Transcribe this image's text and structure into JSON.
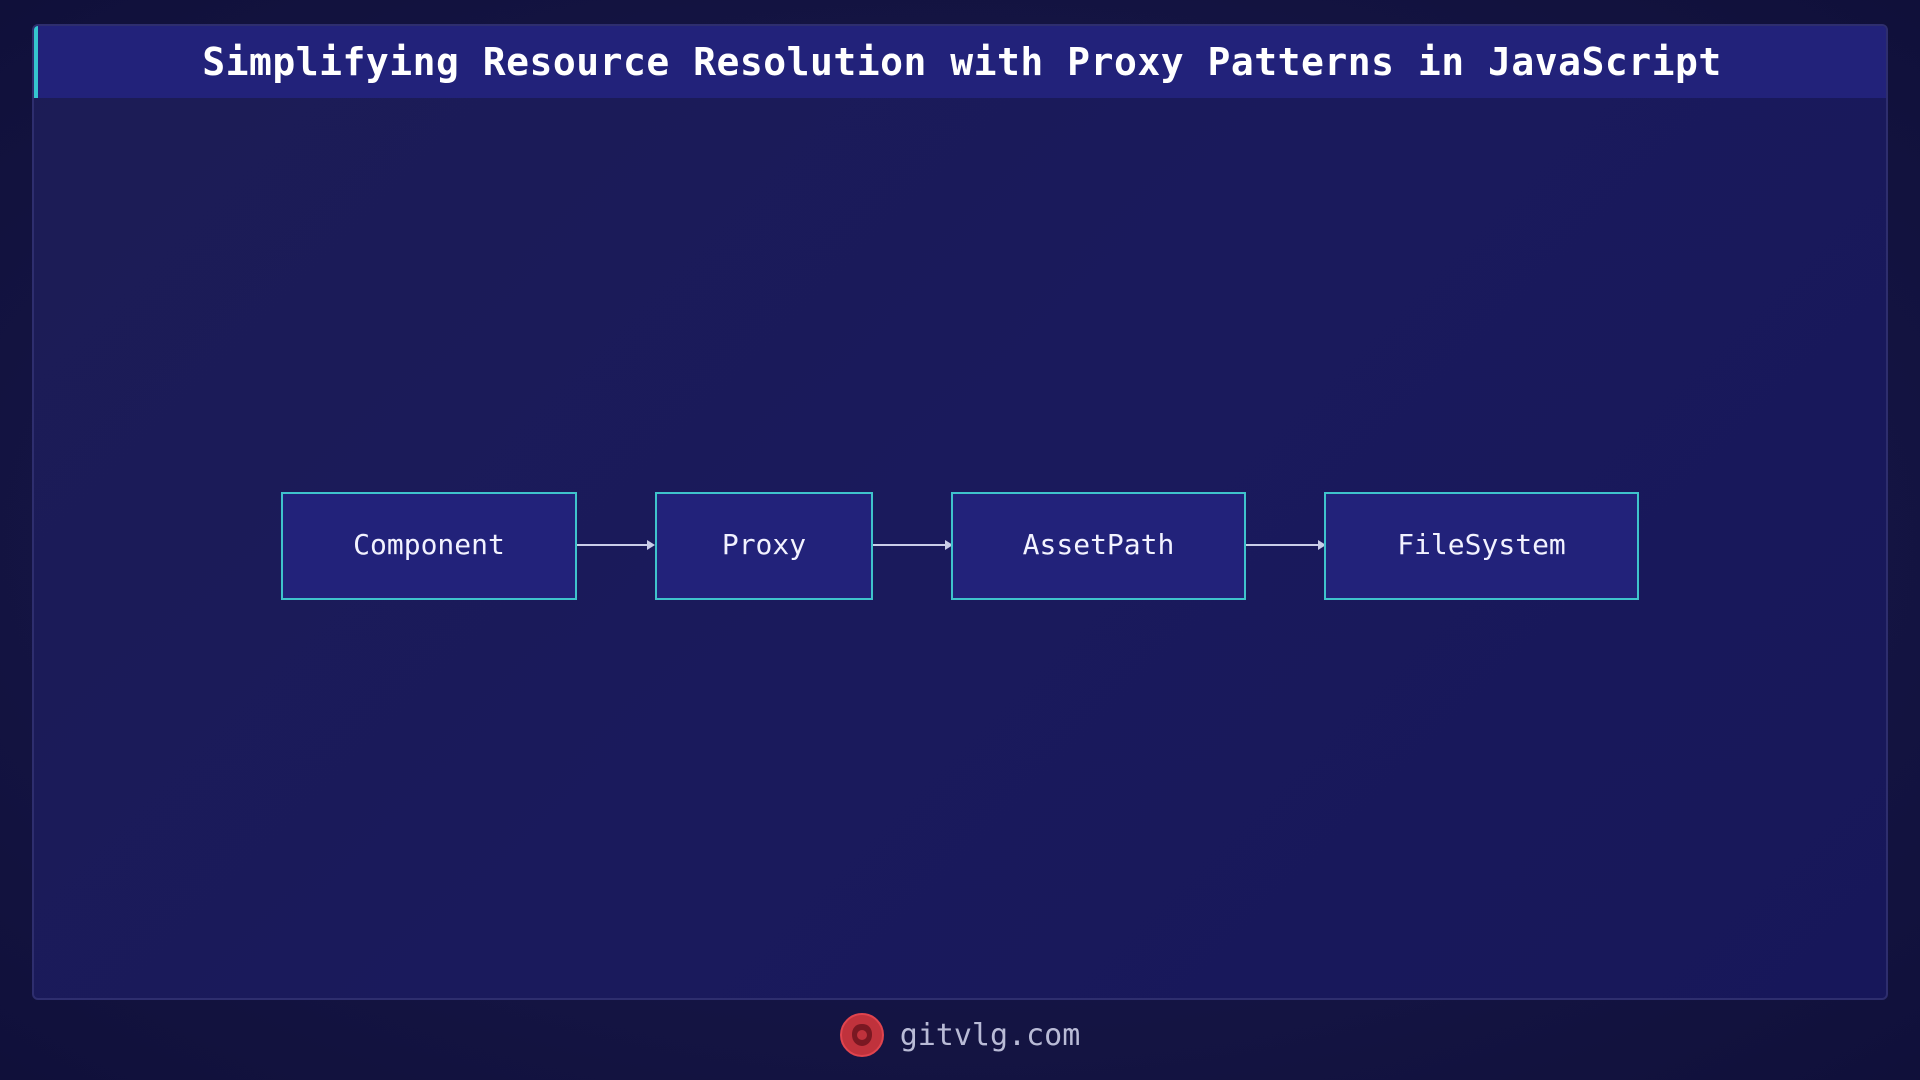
{
  "title": "Simplifying Resource Resolution with Proxy Patterns in JavaScript",
  "diagram": {
    "nodes": [
      {
        "label": "Component"
      },
      {
        "label": "Proxy"
      },
      {
        "label": "AssetPath"
      },
      {
        "label": "FileSystem"
      }
    ],
    "edges": [
      {
        "from": "Component",
        "to": "Proxy"
      },
      {
        "from": "Proxy",
        "to": "AssetPath"
      },
      {
        "from": "AssetPath",
        "to": "FileSystem"
      }
    ]
  },
  "footer": {
    "logo_icon": "lion-head-icon",
    "domain": "gitvlg.com"
  },
  "colors": {
    "background": "#12123a",
    "node_fill": "#22227a",
    "node_border": "#3fc3cc",
    "accent": "#35c6cf",
    "logo": "#c0323c"
  }
}
